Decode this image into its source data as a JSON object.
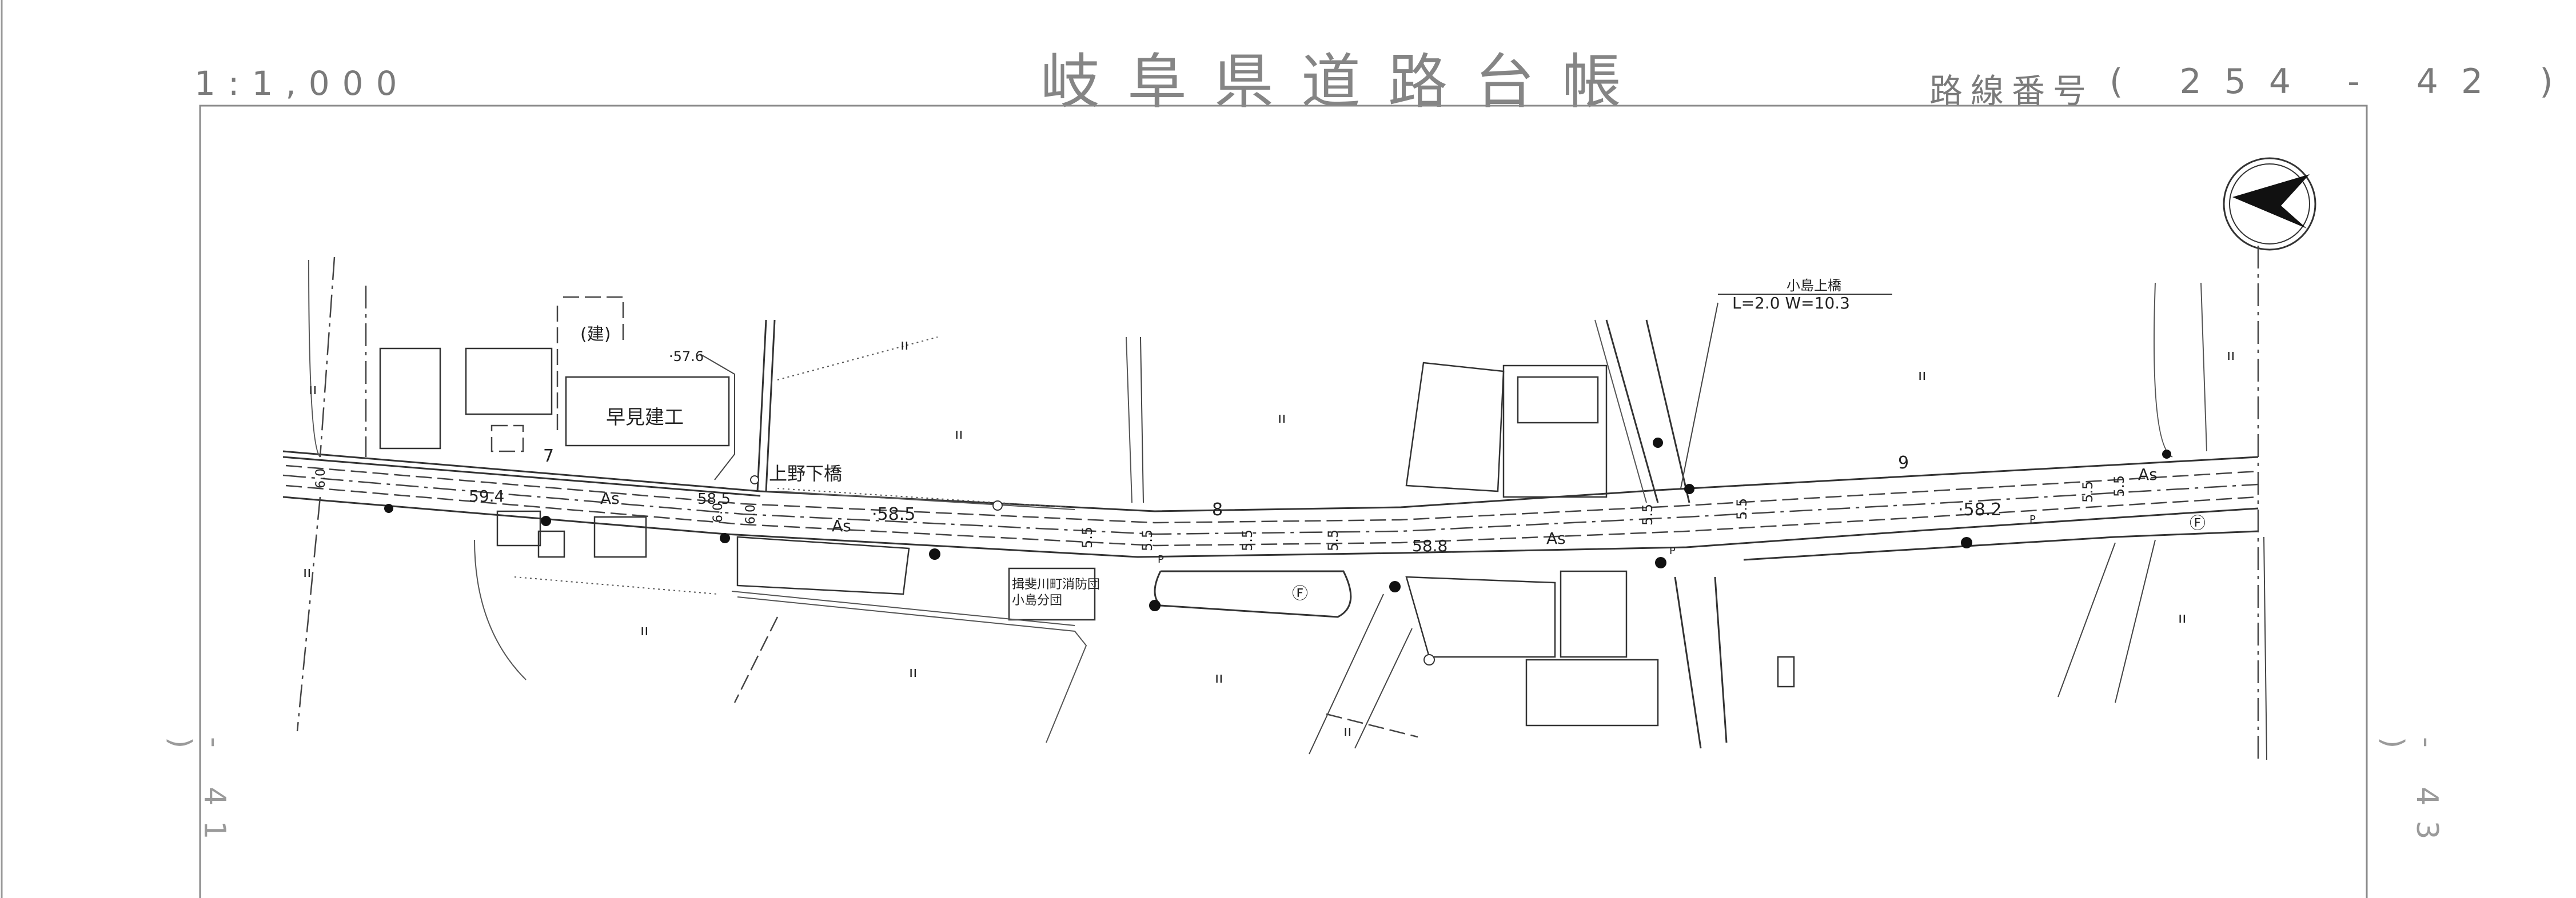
{
  "header": {
    "scale": "1:1,000",
    "title": "岐阜県道路台帳",
    "route_label": "路線番号",
    "route_number": "( 254 - 42 )"
  },
  "adjacent_sheets": {
    "left": "- 41 )",
    "right": "- 43 )"
  },
  "north_arrow": "north-arrow-icon",
  "map": {
    "labels": {
      "building_ken": "(建)",
      "elev_576": "·57.6",
      "company": "早見建工",
      "bridge_ueno": "上野下橋",
      "lane_7": "7",
      "lane_8": "8",
      "lane_9": "9",
      "elev_594": "59.4",
      "elev_585a": "58.5",
      "elev_585b": "·58.5",
      "elev_588": "58.8",
      "elev_582": "·58.2",
      "as_1": "As",
      "as_2": "As",
      "as_3": "As",
      "as_4": "As",
      "w60_1": "6.0",
      "w60_2": "6.0",
      "w60_3": "6.0",
      "w55_1": "5.5",
      "w55_2": "5.5",
      "w55_3": "5.5",
      "w55_4": "5.5",
      "w55_5": "5.5",
      "w55_6": "5.5",
      "w55_7": "5.5",
      "w55_8": "5.5",
      "fire_line1": "揖斐川町消防団",
      "fire_line2": "小島分団",
      "bridge_kojima": "小島上橋",
      "bridge_dims": "L=2.0 W=10.3",
      "hydrant_1": "Ⓕ",
      "hydrant_2": "Ⓕ",
      "field_mark": "ıı",
      "letter_p": "P"
    }
  }
}
